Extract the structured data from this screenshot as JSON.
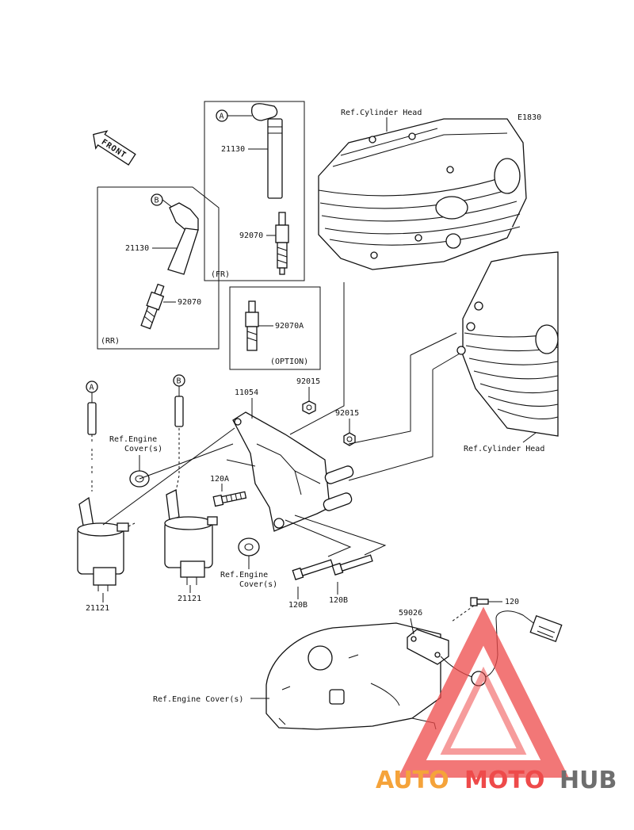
{
  "diagram_code": "E1830",
  "front_label": "FRONT",
  "refs": {
    "cyl_head_top": "Ref.Cylinder Head",
    "cyl_head_right": "Ref.Cylinder Head",
    "eng_cover_left_1": "Ref.Engine",
    "eng_cover_left_2": "Cover(s)",
    "eng_cover_mid_1": "Ref.Engine",
    "eng_cover_mid_2": "Cover(s)",
    "eng_cover_bottom": "Ref.Engine Cover(s)"
  },
  "box_tags": {
    "fr": "(FR)",
    "rr": "(RR)",
    "option": "(OPTION)"
  },
  "markers": {
    "a": "A",
    "b": "B"
  },
  "parts": {
    "p21130_fr": "21130",
    "p92070_fr": "92070",
    "p21130_rr": "21130",
    "p92070_rr": "92070",
    "p92070A": "92070A",
    "p11054": "11054",
    "p92015_a": "92015",
    "p92015_b": "92015",
    "p120A": "120A",
    "p21121_l": "21121",
    "p21121_r": "21121",
    "p120B_l": "120B",
    "p120B_r": "120B",
    "p120": "120",
    "p59026": "59026"
  },
  "watermark": {
    "auto": "AUTO",
    "moto": "MOTO",
    "hub": "HUB"
  },
  "colors": {
    "watermark_orange": "#f5a33a",
    "watermark_red": "#ee4a4a",
    "watermark_gray": "#6e6e6e"
  }
}
